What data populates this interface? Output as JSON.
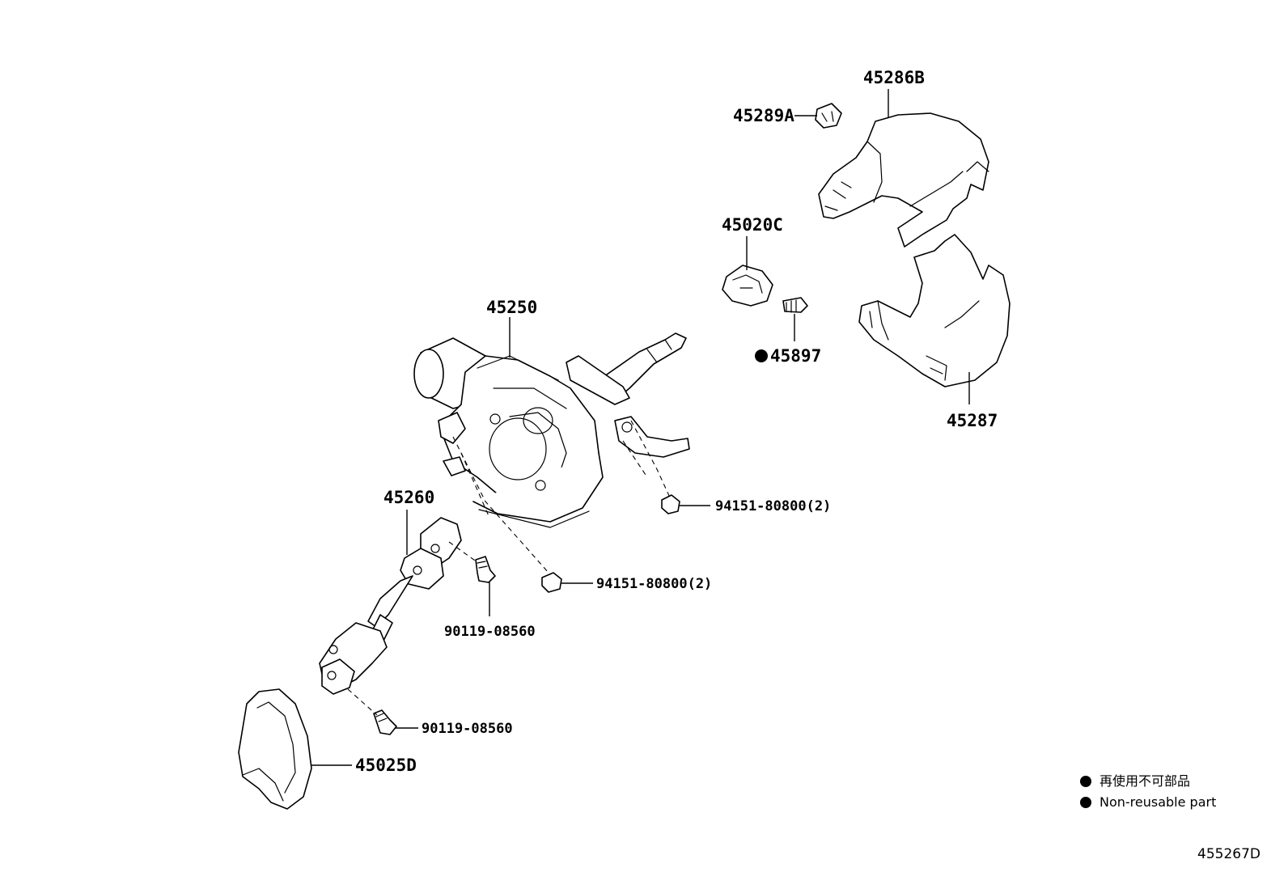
{
  "labels": {
    "p45286B": "45286B",
    "p45289A": "45289A",
    "p45020C": "45020C",
    "p45897": "45897",
    "p45287": "45287",
    "p45250": "45250",
    "p94151_upper": "94151-80800(2)",
    "p94151_lower": "94151-80800(2)",
    "p45260": "45260",
    "p90119_upper": "90119-08560",
    "p90119_lower": "90119-08560",
    "p45025D": "45025D"
  },
  "legend": {
    "symbol": "filled-circle",
    "line_jp": "再使用不可部品",
    "line_en": "Non-reusable part"
  },
  "figure_id": "455267D"
}
